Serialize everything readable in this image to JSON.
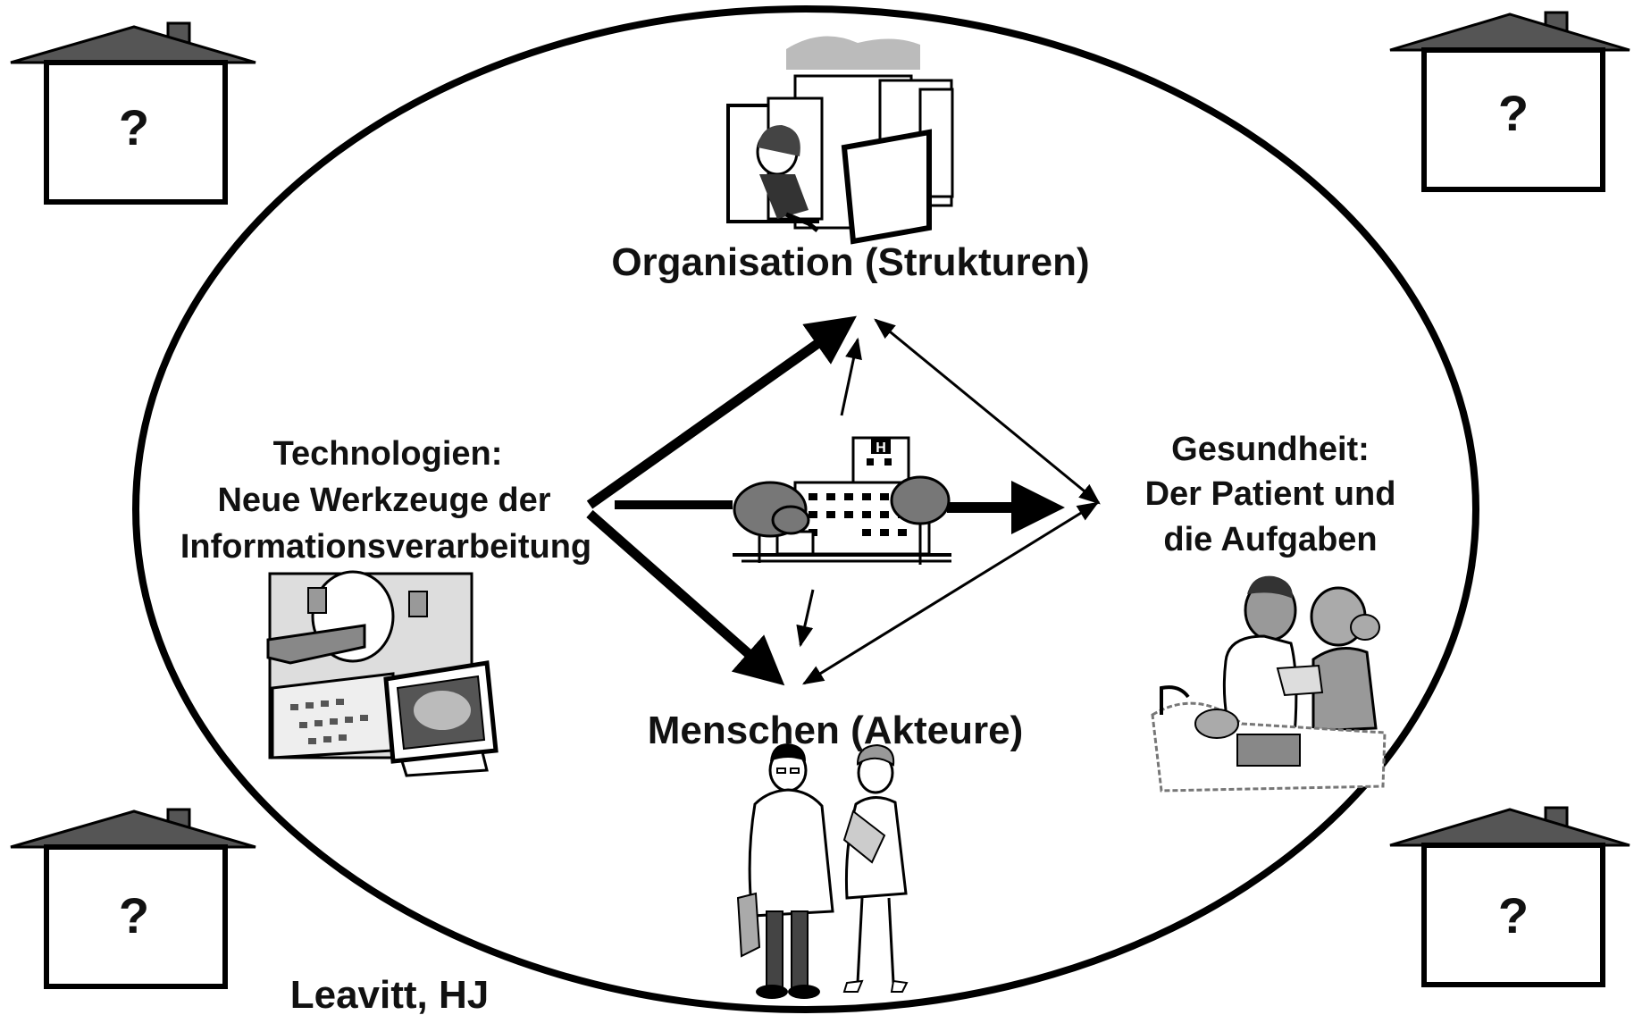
{
  "nodes": {
    "organisation": {
      "label": "Organisation (Strukturen)"
    },
    "technologie": {
      "lines": [
        "Technologien:",
        "Neue Werkzeuge der",
        "Informationsverarbeitung"
      ]
    },
    "gesundheit": {
      "lines": [
        "Gesundheit:",
        "Der Patient und",
        "die Aufgaben"
      ]
    },
    "menschen": {
      "label": "Menschen (Akteure)"
    }
  },
  "houses": [
    {
      "id": "top-left",
      "text": "?"
    },
    {
      "id": "top-right",
      "text": "?"
    },
    {
      "id": "bottom-left",
      "text": "?"
    },
    {
      "id": "bottom-right",
      "text": "?"
    }
  ],
  "citation": "Leavitt, HJ",
  "center_building_icon": "hospital-icon",
  "icons": {
    "organisation": "maze-businesswoman-icon",
    "technologie": "medical-scanner-computer-icon",
    "gesundheit": "doctor-nurse-patient-icon",
    "menschen": "doctor-and-nurse-icon"
  },
  "colors": {
    "stroke": "#000000",
    "roof": "#555555",
    "tree": "#777777"
  }
}
